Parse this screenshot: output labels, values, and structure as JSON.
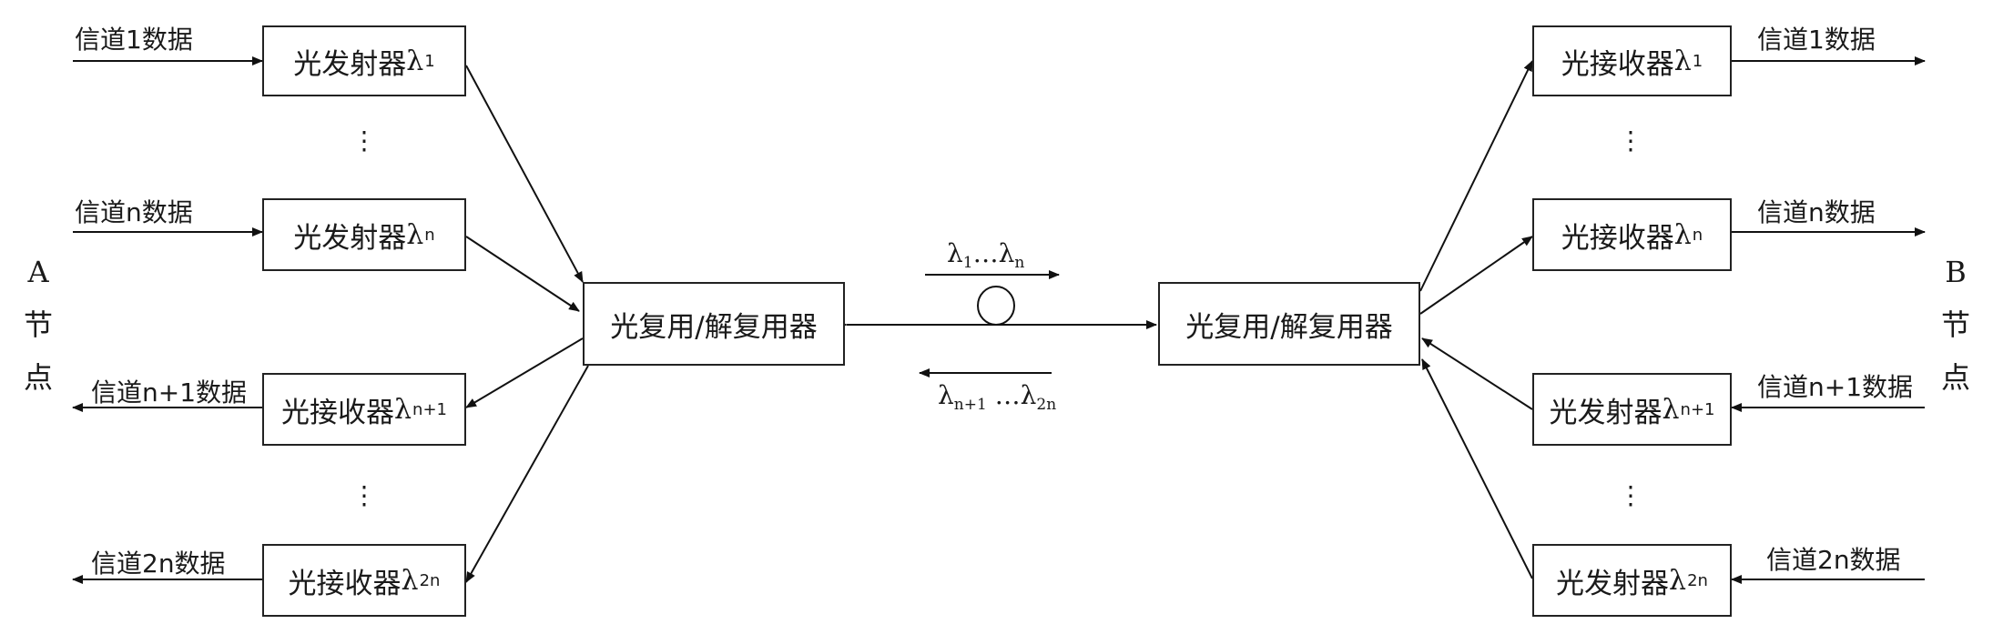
{
  "node_a": {
    "letter": "A",
    "c1": "节",
    "c2": "点"
  },
  "node_b": {
    "letter": "B",
    "c1": "节",
    "c2": "点"
  },
  "left": {
    "tx1": {
      "text": "光发射器",
      "lambda": "λ",
      "sub": "1"
    },
    "txn": {
      "text": "光发射器",
      "lambda": "λ",
      "sub": "n"
    },
    "rxn1": {
      "text": "光接收器",
      "lambda": "λ",
      "sub": "n+1"
    },
    "rx2n": {
      "text": "光接收器",
      "lambda": "λ",
      "sub": "2n"
    },
    "in1": "信道1数据",
    "inn": "信道n数据",
    "outn1": "信道n+1数据",
    "out2n": "信道2n数据",
    "mux": "光复用/解复用器"
  },
  "right": {
    "rx1": {
      "text": "光接收器",
      "lambda": "λ",
      "sub": "1"
    },
    "rxn": {
      "text": "光接收器",
      "lambda": "λ",
      "sub": "n"
    },
    "txn1": {
      "text": "光发射器",
      "lambda": "λ",
      "sub": "n+1"
    },
    "tx2n": {
      "text": "光发射器",
      "lambda": "λ",
      "sub": "2n"
    },
    "out1": "信道1数据",
    "outn": "信道n数据",
    "inn1": "信道n+1数据",
    "in2n": "信道2n数据",
    "mux": "光复用/解复用器"
  },
  "fiber": {
    "fwd": {
      "l1": "λ",
      "s1": "1",
      "dots": "…",
      "l2": "λ",
      "s2": "n"
    },
    "bwd": {
      "l1": "λ",
      "s1": "n+1",
      "dots": "…",
      "l2": "λ",
      "s2": "2n"
    }
  },
  "ellipsis": "⋮"
}
